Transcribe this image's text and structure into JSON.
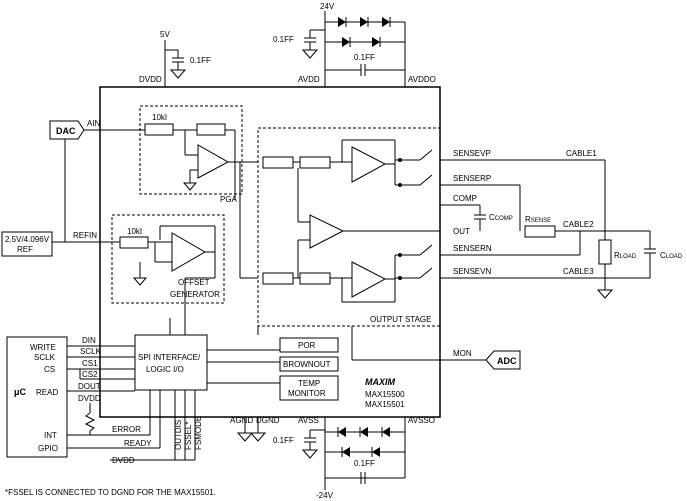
{
  "power": {
    "v5": "5V",
    "dvdd_top": "DVDD",
    "cap_dvdd": "0.1FF",
    "v24p": "24V",
    "cap_avdd_a": "0.1FF",
    "cap_avdd_b": "0.1FF",
    "avdd": "AVDD",
    "avddo": "AVDDO",
    "avss": "AVSS",
    "avsso": "AVSSO",
    "cap_avss_a": "0.1FF",
    "cap_avss_b": "0.1FF",
    "v24n": "-24V",
    "agnd": "AGND",
    "dgnd": "DGND"
  },
  "blocks": {
    "dac": "DAC",
    "ain": "AIN",
    "ref_line1": "2.5V/4.096V",
    "ref_line2": "REF",
    "refin": "REFIN",
    "pga": "PGA",
    "res_pga": "10kI",
    "res_off": "10kI",
    "offset_line1": "OFFSET",
    "offset_line2": "GENERATOR",
    "output_stage": "OUTPUT STAGE",
    "spi_line1": "SPI INTERFACE/",
    "spi_line2": "LOGIC I/O",
    "por": "POR",
    "brownout": "BROWNOUT",
    "temp_line1": "TEMP",
    "temp_line2": "MONITOR",
    "logo": "MAXIM",
    "part1": "MAX15500",
    "part2": "MAX15501",
    "adc": "ADC",
    "mon": "MON"
  },
  "pins": {
    "sensevp": "SENSEVP",
    "senserp": "SENSERP",
    "comp": "COMP",
    "out": "OUT",
    "sensern": "SENSERN",
    "sensevn": "SENSEVN",
    "cable1": "CABLE1",
    "cable2": "CABLE2",
    "cable3": "CABLE3",
    "ccomp": "C",
    "ccomp_sub": "COMP",
    "rsense": "R",
    "rsense_sub": "SENSE",
    "rload": "R",
    "rload_sub": "LOAD",
    "cload": "C",
    "cload_sub": "LOAD"
  },
  "uc": {
    "label": "μC",
    "write": "WRITE",
    "sclk": "SCLK",
    "cs": "CS",
    "read": "READ",
    "int": "INT",
    "gpio": "GPIO",
    "din": "DIN",
    "sclk_pin": "SCLK",
    "cs1": "CS1",
    "cs2": "CS2",
    "dout": "DOUT",
    "dvdd": "DVDD",
    "error": "ERROR",
    "ready": "READY",
    "outdis": "OUTDIS",
    "fssel": "FSSEL*",
    "fsmode": "FSMODE",
    "dvdd_bottom": "DVDD"
  },
  "footnote": "*FSSEL IS CONNECTED TO DGND FOR THE MAX15501."
}
